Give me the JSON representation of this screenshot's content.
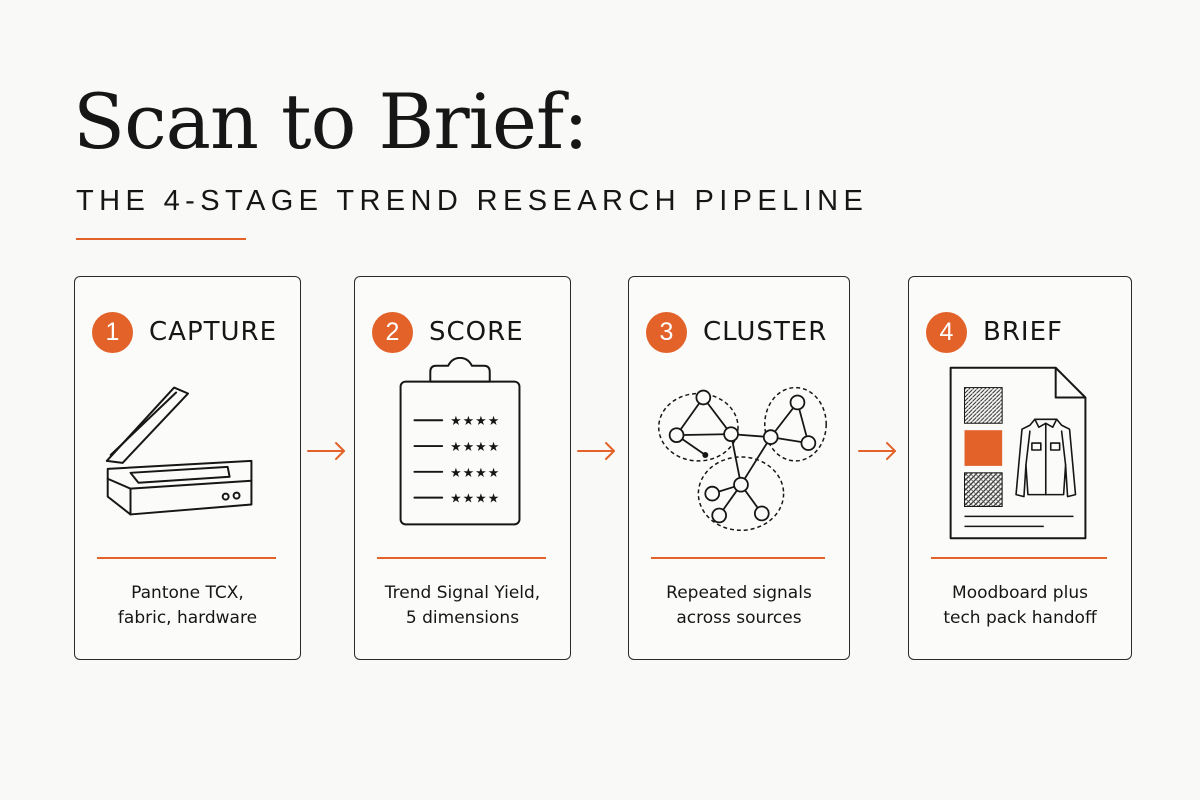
{
  "header": {
    "title": "Scan to Brief:",
    "subtitle": "THE 4-STAGE TREND RESEARCH PIPELINE"
  },
  "colors": {
    "accent": "#e2622a",
    "ink": "#161616",
    "background": "#f9f9f7"
  },
  "stages": [
    {
      "number": "1",
      "title": "CAPTURE",
      "icon": "flatbed-scanner-icon",
      "description": [
        "Pantone TCX,",
        "fabric, hardware"
      ]
    },
    {
      "number": "2",
      "title": "SCORE",
      "icon": "clipboard-star-ratings-icon",
      "description": [
        "Trend Signal Yield,",
        "5 dimensions"
      ]
    },
    {
      "number": "3",
      "title": "CLUSTER",
      "icon": "cluster-network-icon",
      "description": [
        "Repeated signals",
        "across sources"
      ]
    },
    {
      "number": "4",
      "title": "BRIEF",
      "icon": "brief-document-icon",
      "description": [
        "Moodboard plus",
        "tech pack handoff"
      ]
    }
  ],
  "score_rows": [
    "★★★★",
    "★★★★",
    "★★★★",
    "★★★★"
  ],
  "connector_icon": "arrow-right-icon"
}
